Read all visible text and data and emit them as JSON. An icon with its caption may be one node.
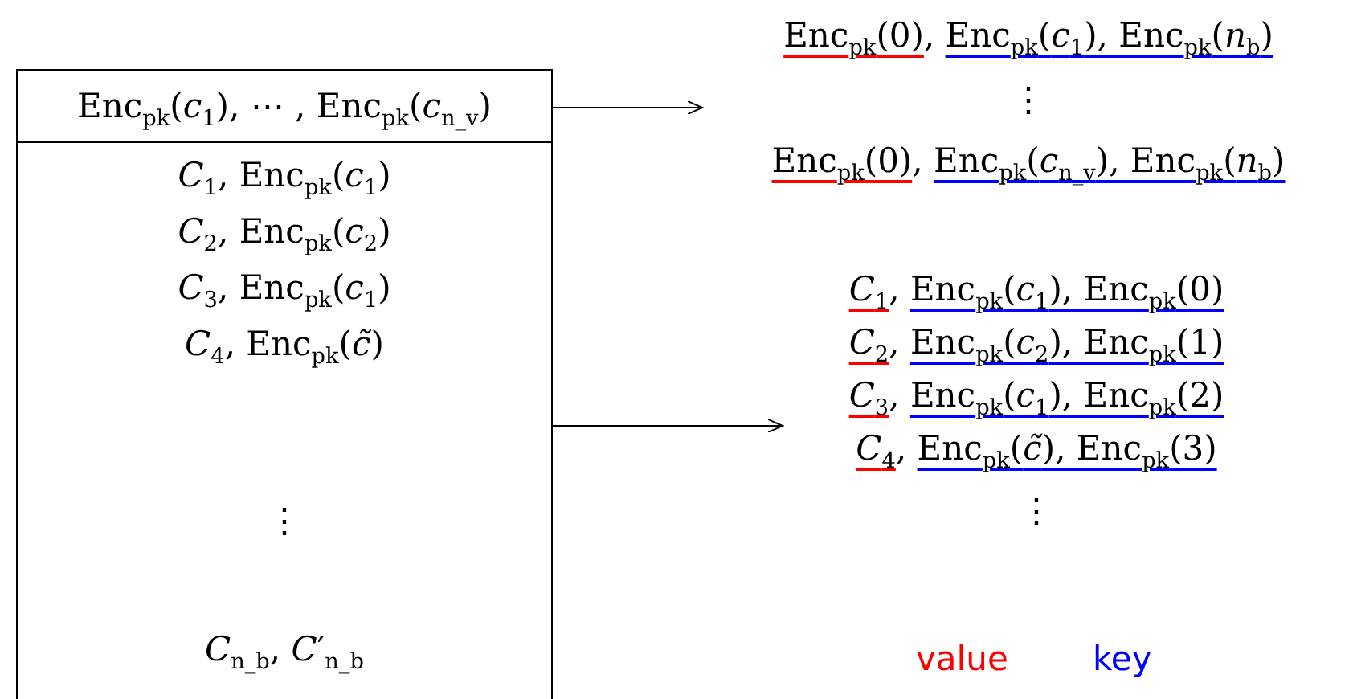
{
  "diagram": {
    "nodes": [
      {
        "text": [
          "Enc$_{pk}$(*c*$_{1}$), ⋯ , Enc$_{pk}$(*c*$_{n_v}$)"
        ]
      },
      {
        "text": [
          "*C*$_{1}$, Enc$_{pk}$(*c*$_{1}$)",
          "*C*$_{2}$, Enc$_{pk}$(*c*$_{2}$)",
          "*C*$_{3}$, Enc$_{pk}$(*c*$_{1}$)",
          "*C*$_{4}$, Enc$_{pk}$(*c̃*)",
          "⋮",
          "*C*$_{n_b}$, *C*′$_{n_b}$"
        ]
      },
      {
        "text": [
          "Enc$_{pk}$(0), Enc$_{pk}$(*c*$_{1}$), Enc$_{pk}$(*n*$_{b}$)",
          "⋮",
          "Enc$_{pk}$(0), Enc$_{pk}$(*c*$_{n_v}$), Enc$_{pk}$(*n*$_{b}$)"
        ]
      },
      {
        "text": [
          "*C*$_{1}$, Enc$_{pk}$(*c*$_{1}$), Enc$_{pk}$(0)",
          "*C*$_{2}$, Enc$_{pk}$(*c*$_{2}$), Enc$_{pk}$(1)",
          "*C*$_{3}$, Enc$_{pk}$(*c*$_{1}$), Enc$_{pk}$(2)",
          "*C*$_{4}$, Enc$_{pk}$(*c̃*), Enc$_{pk}$(3)",
          "⋮"
        ]
      }
    ],
    "edges": [
      {
        "from": 0,
        "to": 2,
        "arrow": "to"
      },
      {
        "from": 1,
        "to": 3,
        "arrow": "to"
      }
    ],
    "legend": [
      {
        "text": "value",
        "color": "#ff0000"
      },
      {
        "text": "key",
        "color": "#0000ff"
      }
    ]
  }
}
